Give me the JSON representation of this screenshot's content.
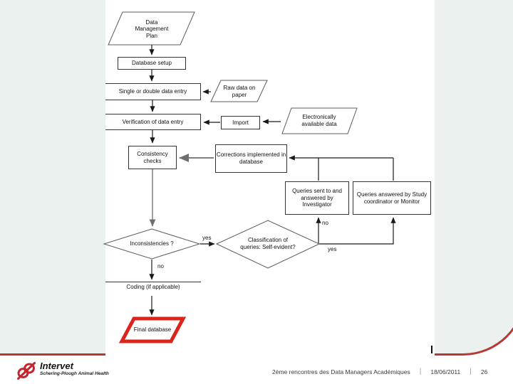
{
  "background": {
    "band_color": "#eaf1ee",
    "rule_color": "#b43a35",
    "final_db_red": "#da251d"
  },
  "flowchart": {
    "nodes": {
      "dmp": "Data Management Plan",
      "db_setup": "Database setup",
      "single_entry": "Single or double data entry",
      "raw_data": "Raw data on paper",
      "verification": "Verification of data entry",
      "import": "Import",
      "elec_data": "Electronically available data",
      "consistency": "Consistency checks",
      "corrections": "Corrections implemented in database",
      "queries_inv": "Queries sent to and answered by Investigator",
      "queries_coord": "Queries answered by Study coordinator or Monitor",
      "inconsistencies": "Inconsistencies ?",
      "classification": "Classification of queries: Self-evident?",
      "coding": "Coding (if applicable)",
      "final_db": "Final database"
    },
    "edge_labels": {
      "d1_yes": "yes",
      "d1_no": "no",
      "d2_no": "no",
      "d2_yes": "yes"
    }
  },
  "footer": {
    "brand": "Intervet",
    "brand_tagline": "Schering-Plough Animal Health",
    "event": "2ème rencontres des Data Managers Académiques",
    "date": "18/06/2011",
    "page": "26",
    "separator": "|"
  }
}
